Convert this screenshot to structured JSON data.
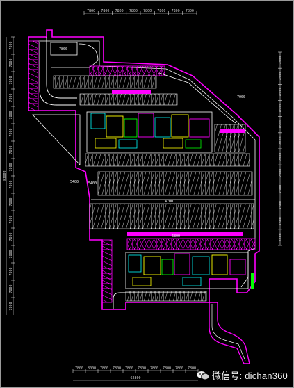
{
  "drawing": {
    "top_dimensions": [
      "7800",
      "7800",
      "7800",
      "7800",
      "7800",
      "7800",
      "7800",
      "7800"
    ],
    "bottom_dimensions": [
      "7800",
      "8000",
      "7800",
      "7800",
      "7800",
      "7800",
      "7800",
      "7800",
      "7800",
      "7800"
    ],
    "bottom_total": "62800",
    "left_total": "93800",
    "left_dimensions": [
      "7800",
      "7800",
      "7800",
      "7800",
      "7800",
      "7800",
      "7800",
      "7800",
      "7800",
      "7800",
      "7800",
      "7800",
      "7800",
      "7800",
      "7800",
      "7800"
    ],
    "right_dimensions": [
      "7800",
      "7800",
      "7800",
      "7800",
      "7800",
      "7800",
      "7800",
      "7800",
      "7800",
      "7800",
      "7800",
      "7800"
    ],
    "labels": {
      "top_room": "7800",
      "ramp_label": "5400",
      "mid_aisle": "4700",
      "right_aisle": "7000",
      "lower_aisle": "6800",
      "side_label": "5400"
    },
    "colors": {
      "background": "#000000",
      "magenta": "#ff00ff",
      "white": "#ffffff",
      "cyan": "#00ffff",
      "green": "#00ff00",
      "yellow": "#ffff00"
    }
  },
  "watermark": {
    "text": "微信号: dichan360"
  }
}
